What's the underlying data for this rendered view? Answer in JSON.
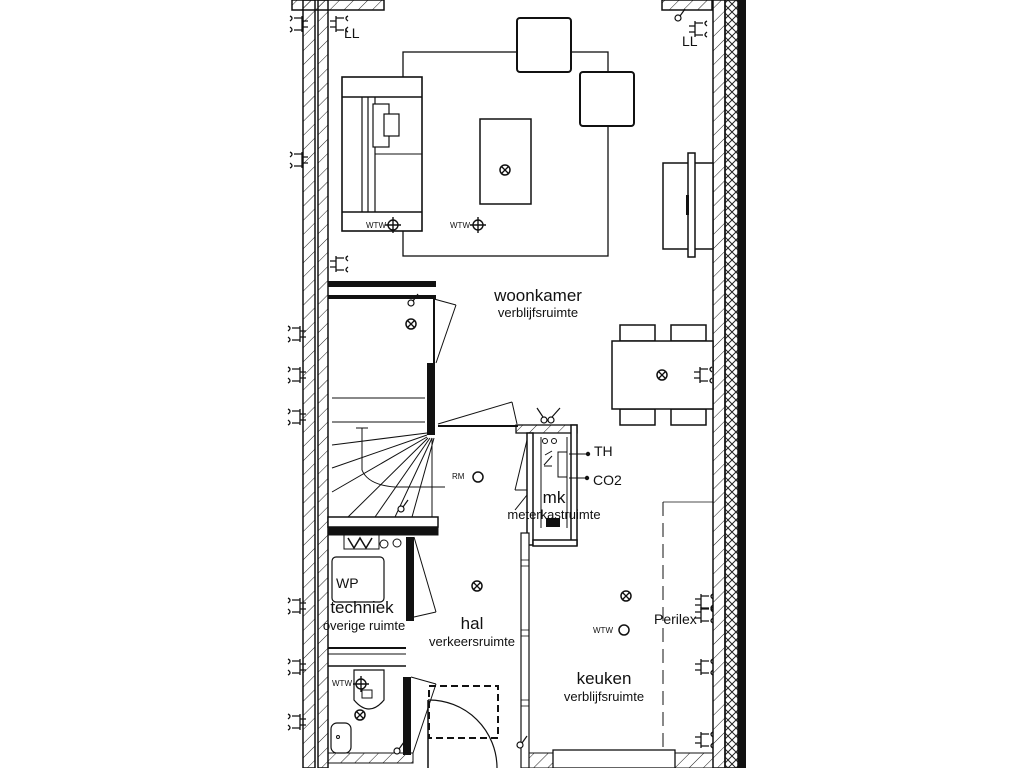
{
  "drawing": {
    "type": "floor-plan",
    "background": "#ffffff",
    "line_color": "#111111",
    "rooms": [
      {
        "id": "woonkamer",
        "name": "woonkamer",
        "type": "verblijfsruimte"
      },
      {
        "id": "meterkast",
        "name": "mk",
        "type": "meterkastruimte"
      },
      {
        "id": "techniek",
        "name": "techniek",
        "type": "overige ruimte"
      },
      {
        "id": "hal",
        "name": "hal",
        "type": "verkeersruimte"
      },
      {
        "id": "keuken",
        "name": "keuken",
        "type": "verblijfsruimte"
      }
    ],
    "annotations": {
      "ll_left": "LL",
      "ll_right": "LL",
      "wtw_sofa": "WTW",
      "wtw_living": "WTW",
      "wtw_kitchen": "WTW",
      "wtw_toilet": "WTW",
      "rm": "RM",
      "th": "TH",
      "co2": "CO2",
      "wp": "WP",
      "perilex": "Perilex"
    },
    "symbols": [
      "ceiling-light-icon",
      "ventilation-valve-icon",
      "smoke-detector-icon",
      "wall-socket-icon",
      "light-switch-icon",
      "thermostat-icon",
      "co2-sensor-icon"
    ]
  }
}
